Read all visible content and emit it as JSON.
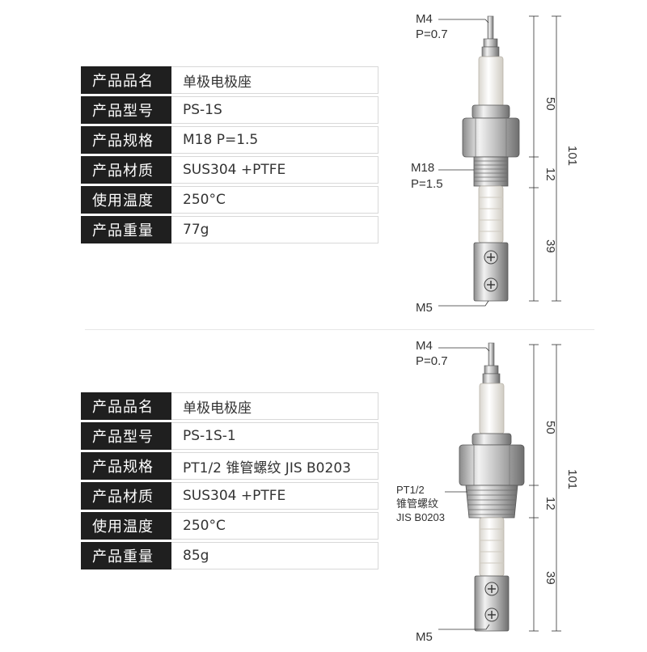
{
  "products": [
    {
      "specs": [
        {
          "label": "产品品名",
          "value": "单极电极座"
        },
        {
          "label": "产品型号",
          "value": "PS-1S"
        },
        {
          "label": "产品规格",
          "value": "M18 P=1.5"
        },
        {
          "label": "产品材质",
          "value": "SUS304 +PTFE"
        },
        {
          "label": "使用温度",
          "value": "250°C"
        },
        {
          "label": "产品重量",
          "value": "77g"
        }
      ],
      "figure": {
        "top_thread": {
          "line1": "M4",
          "line2": "P=0.7"
        },
        "body_thread": {
          "line1": "M18",
          "line2": "P=1.5",
          "line3": ""
        },
        "bottom_thread": "M5",
        "dims": {
          "upper": "50",
          "middle": "12",
          "lower": "39",
          "total": "101"
        }
      }
    },
    {
      "specs": [
        {
          "label": "产品品名",
          "value": "单极电极座"
        },
        {
          "label": "产品型号",
          "value": "PS-1S-1"
        },
        {
          "label": "产品规格",
          "value": "PT1/2 锥管螺纹 JIS B0203"
        },
        {
          "label": "产品材质",
          "value": "SUS304 +PTFE"
        },
        {
          "label": "使用温度",
          "value": "250°C"
        },
        {
          "label": "产品重量",
          "value": "85g"
        }
      ],
      "figure": {
        "top_thread": {
          "line1": "M4",
          "line2": "P=0.7"
        },
        "body_thread": {
          "line1": "PT1/2",
          "line2": "锥管螺纹",
          "line3": "JIS B0203"
        },
        "bottom_thread": "M5",
        "dims": {
          "upper": "50",
          "middle": "12",
          "lower": "39",
          "total": "101"
        }
      }
    }
  ]
}
